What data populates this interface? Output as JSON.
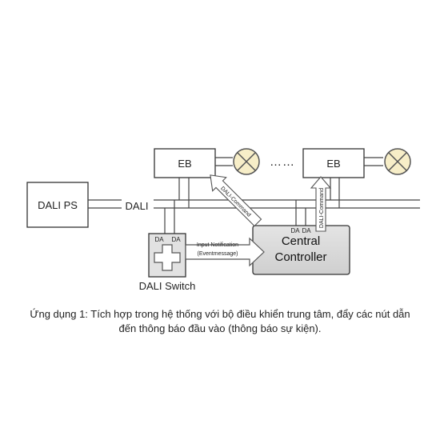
{
  "diagram": {
    "power_supply_label": "DALI PS",
    "bus_label": "DALI",
    "eb_left_label": "EB",
    "eb_right_label": "EB",
    "dots": "……",
    "switch_label": "DALI Switch",
    "switch_da_1": "DA",
    "switch_da_2": "DA",
    "controller_line1": "Central",
    "controller_line2": "Controller",
    "controller_da_1": "DA",
    "controller_da_2": "DA",
    "command_left": "DALI-Command",
    "command_right": "DALI-Command",
    "notification_line1": "Input Notification",
    "notification_line2": "(Eventmessage)"
  },
  "caption": {
    "line1": "Ứng dụng 1: Tích hợp trong hệ thống với bộ điều khiển trung tâm, đẩy các nút dẫn",
    "line2": "đến thông báo đầu vào (thông báo sự kiện)."
  }
}
